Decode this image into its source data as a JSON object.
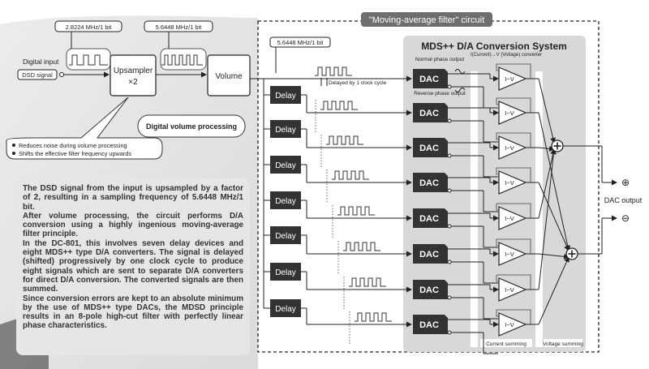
{
  "freq_labels": {
    "input": "2.8224 MHz/1 bit",
    "upsampled": "5.6448 MHz/1 bit",
    "circuit": "5.6448 MHz/1 bit"
  },
  "inputs": {
    "digital_input": "Digital input",
    "dsd_signal": "DSD signal"
  },
  "upsampler": {
    "line1": "Upsampler",
    "line2": "×2"
  },
  "volume": {
    "label": "Volume",
    "caption": "Digital volume processing"
  },
  "bubble": {
    "bullets": [
      "Reduces noise during volume processing",
      "Shifts the effective filter frequency upwards"
    ]
  },
  "circuit": {
    "title": "\"Moving-average filter\" circuit"
  },
  "system": {
    "title": "MDS++ D/A Conversion System",
    "normal_phase": "Normal phase output",
    "reverse_phase": "Reverse phase output",
    "converter_note": "I(Current)→V (Voltage) converter",
    "delayed_note": "Delayed by 1 clock cycle",
    "current_summing": "Current summing",
    "voltage_summing": "Voltage summing"
  },
  "delay_label": "Delay",
  "dac_label": "DAC",
  "iv_label": "I−V",
  "output": {
    "label": "DAC output",
    "plus": "⊕",
    "minus": "⊖"
  },
  "description": [
    "The DSD signal from the input is upsampled by a factor of 2, resulting in a sampling frequency of 5.6448 MHz/1 bit.",
    "After volume processing, the circuit performs D/A conversion using a highly ingenious moving-average filter principle.",
    "In the DC-801, this involves seven delay devices and eight MDS++ type D/A converters. The signal is delayed (shifted) progressively by one clock cycle to produce eight signals which are sent to separate D/A converters for direct D/A conversion. The converted signals are then summed.",
    "Since conversion errors are kept to an absolute minimum by the use of MDS++ type DACs, the MDSD principle results in an 8-pole high-cut filter with perfectly linear phase characteristics."
  ],
  "colors": {
    "box_fill": "#333333",
    "panel_gray": "#d8d8d8",
    "desc_gray": "#e6e6e6",
    "tag_gray": "#6e6e6e",
    "bg_gray": "#c8c8c8"
  }
}
